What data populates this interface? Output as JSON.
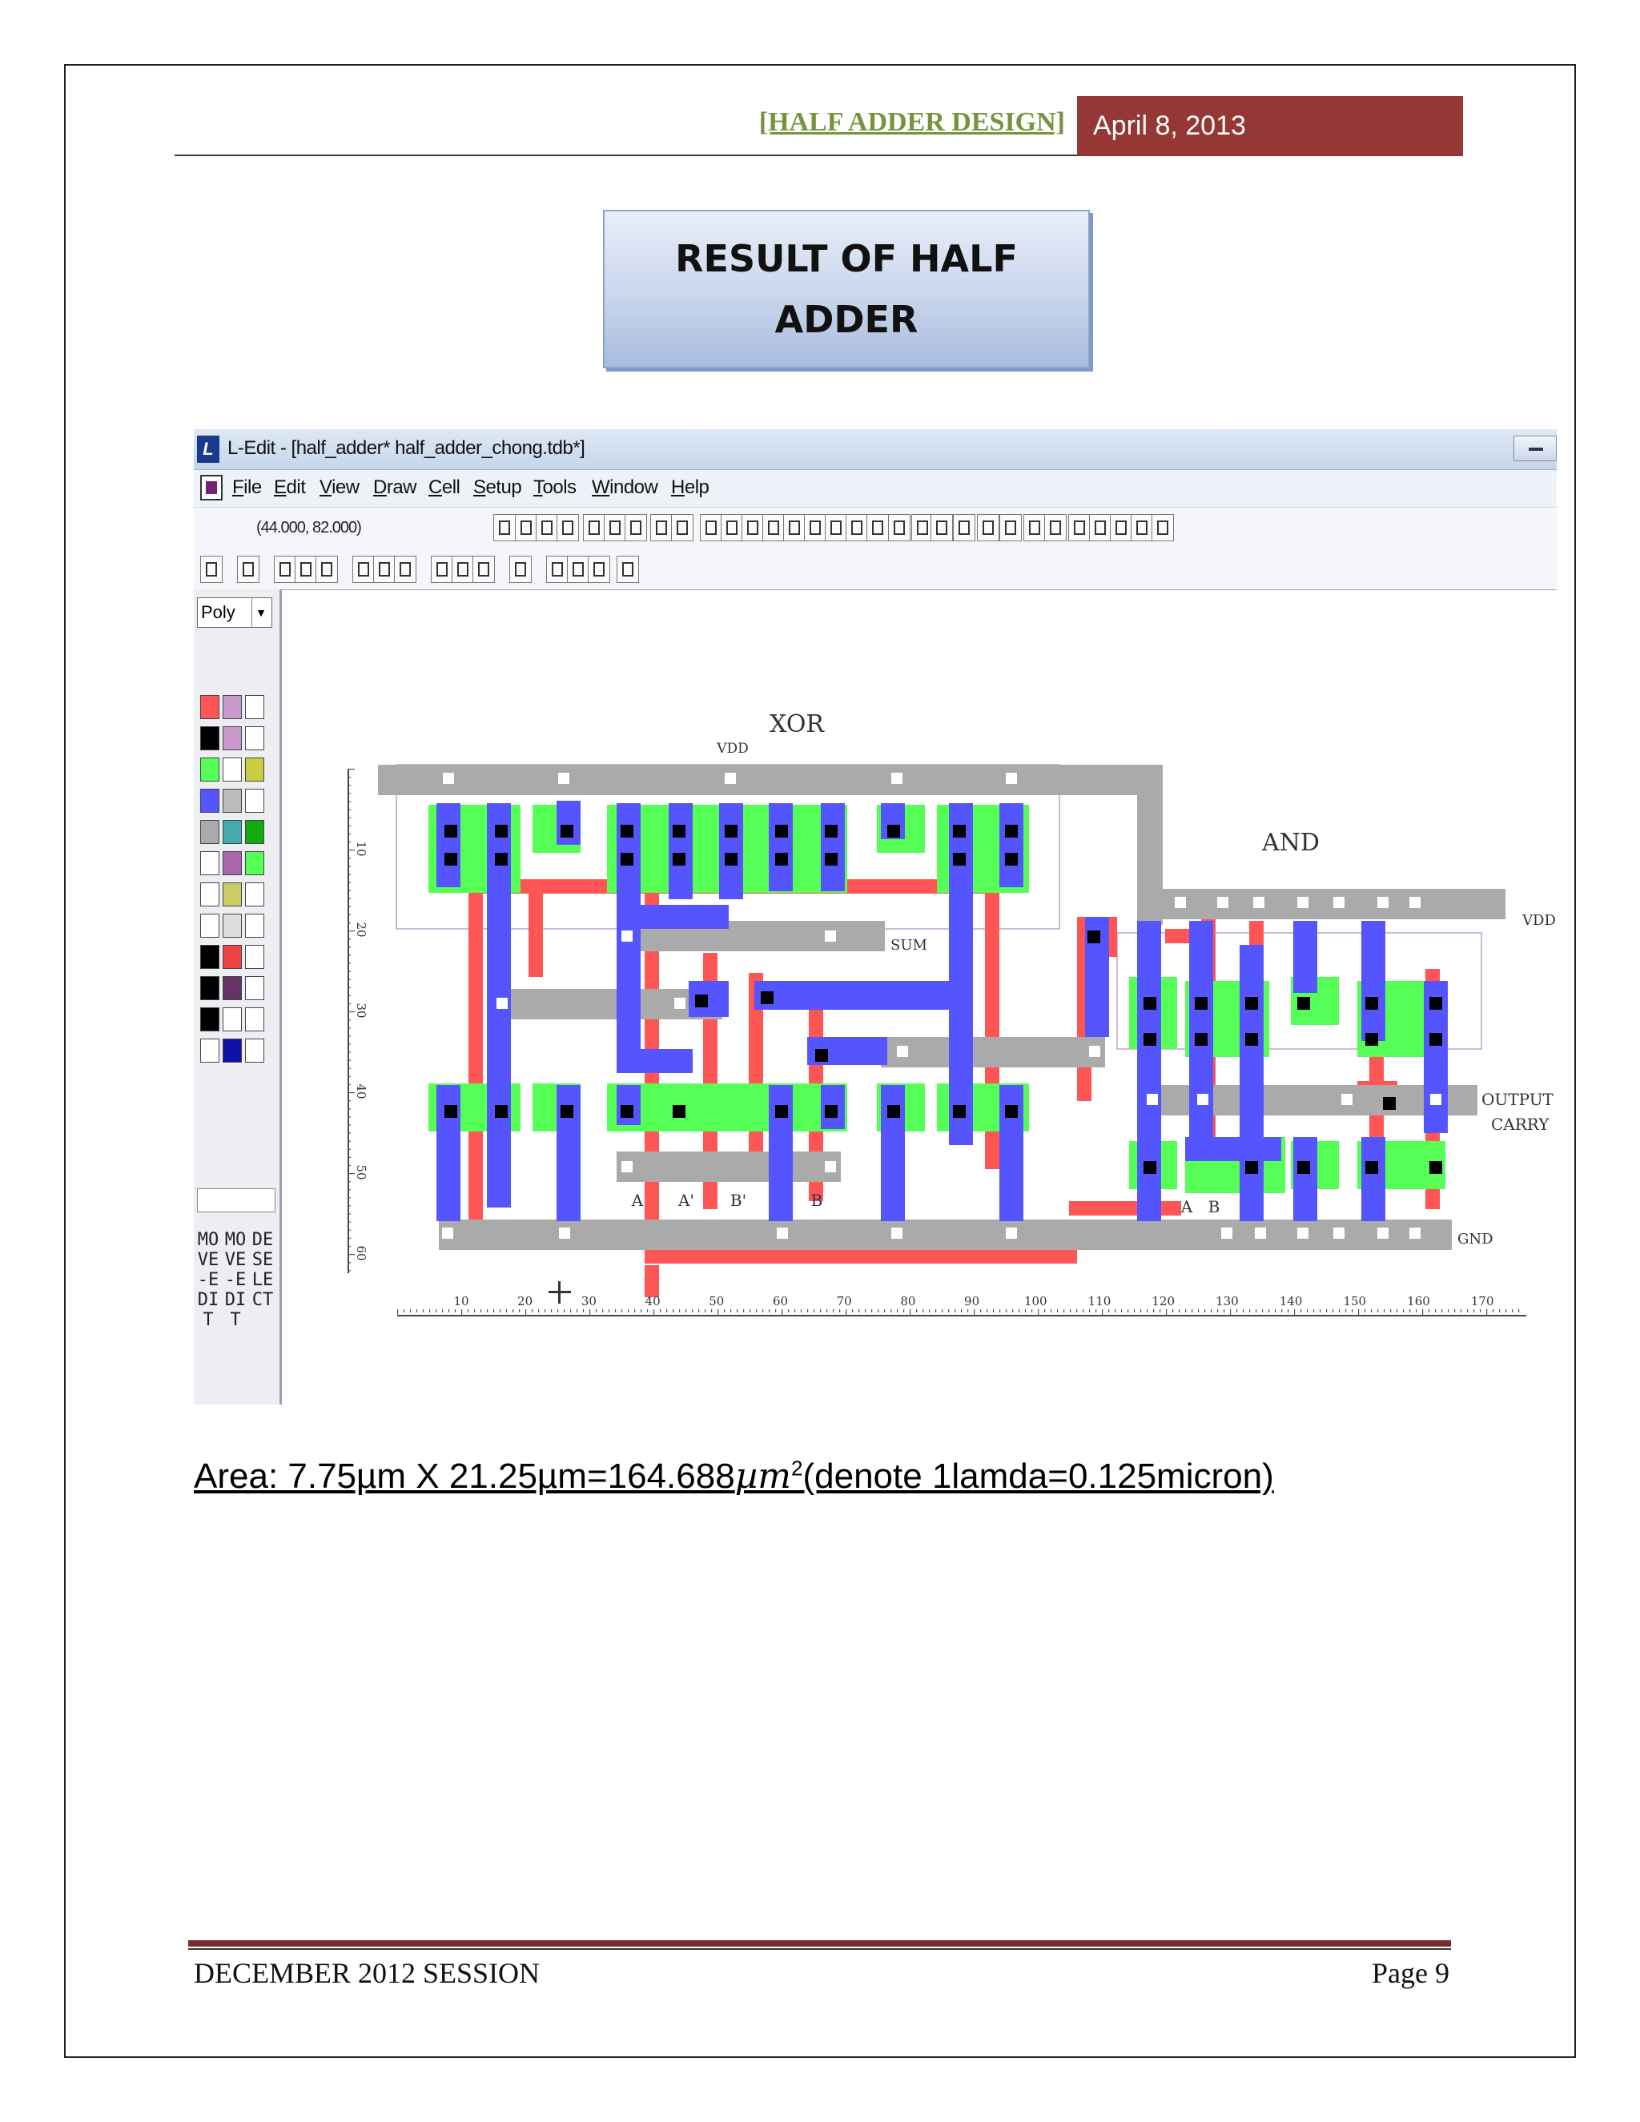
{
  "header": {
    "title": "[HALF ADDER DESIGN]",
    "date": "April 8, 2013"
  },
  "title_box": {
    "text": "RESULT OF HALF ADDER"
  },
  "app": {
    "window_title": "L-Edit - [half_adder*     half_adder_chong.tdb*]",
    "menu": [
      "File",
      "Edit",
      "View",
      "Draw",
      "Cell",
      "Setup",
      "Tools",
      "Window",
      "Help"
    ],
    "coordinates": "(44.000, 82.000)",
    "layer_selected": "Poly",
    "mouse_columns": [
      "MOVE-EDIT",
      "MOVE-EDIT",
      "DESELECT"
    ]
  },
  "layout": {
    "labels": {
      "xor": "XOR",
      "and": "AND",
      "vdd_top": "VDD",
      "vdd_right": "VDD",
      "sum": "SUM",
      "output": "OUTPUT",
      "carry": "CARRY",
      "gnd": "GND",
      "in_a": "A",
      "in_a_bar": "A'",
      "in_b_bar": "B'",
      "in_b": "B",
      "and_in_a": "A",
      "and_in_b": "B"
    },
    "x_ticks": [
      "10",
      "20",
      "30",
      "40",
      "50",
      "60",
      "70",
      "80",
      "90",
      "100",
      "110",
      "120",
      "130",
      "140",
      "150",
      "160",
      "170"
    ],
    "y_ticks": [
      "10",
      "20",
      "30",
      "40",
      "50",
      "60"
    ],
    "colors": {
      "metal1": "#5555ff",
      "poly": "#ff5555",
      "active": "#55ff55",
      "metal2": "#aaaaaa",
      "contact": "#000000",
      "via": "#ffffff"
    }
  },
  "area": {
    "prefix": "Area: 7.75µm X 21.25µm=164.688",
    "unit": "µm",
    "exponent": "2",
    "suffix": "(denote 1lamda=0.125micron)"
  },
  "footer": {
    "left": "DECEMBER 2012 SESSION",
    "right": "Page 9"
  }
}
